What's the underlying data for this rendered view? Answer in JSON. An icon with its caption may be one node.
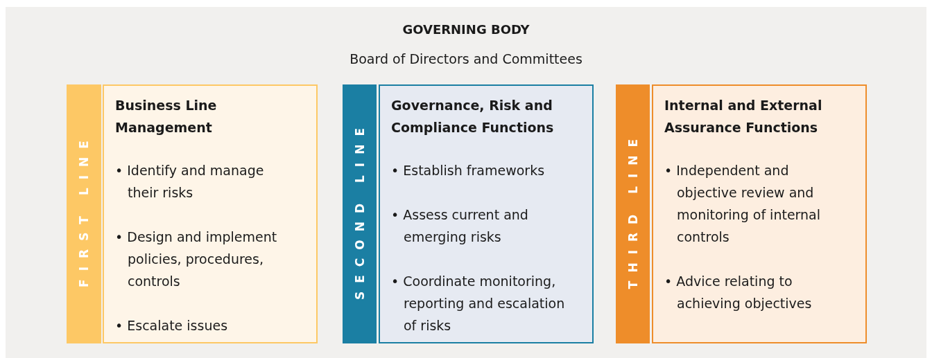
{
  "diagram": {
    "nodes": [
      {
        "text": [
          "GOVERNING BODY",
          "Board of Directors and Committees"
        ]
      },
      {
        "text": [
          "FIRST LINE"
        ],
        "in": 0
      },
      {
        "text": [
          "Business Line Management",
          "• Identify and manage their risks",
          "• Design and implement policies, procedures, controls",
          "• Escalate issues"
        ],
        "in": 0
      },
      {
        "text": [
          "SECOND LINE"
        ],
        "in": 0
      },
      {
        "text": [
          "Governance, Risk and Compliance Functions",
          "• Establish frameworks",
          "• Assess current and emerging risks",
          "• Coordinate monitoring, reporting and escalation of risks"
        ],
        "in": 0
      },
      {
        "text": [
          "THIRD LINE"
        ],
        "in": 0
      },
      {
        "text": [
          "Internal and External Assurance Functions",
          "• Independent and objective review and monitoring of internal controls",
          "• Advice relating to achieving objectives"
        ],
        "in": 0
      }
    ]
  }
}
